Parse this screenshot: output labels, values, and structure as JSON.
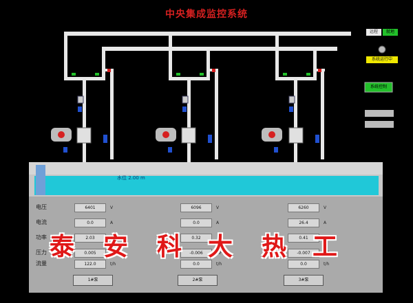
{
  "title": "中央集成监控系统",
  "controls": {
    "remote_label": "远程",
    "local_label": "就地",
    "yellow_button": "系统运行中",
    "green_button": "系统控制",
    "gray_button_1": "",
    "gray_button_2": ""
  },
  "tank_label": "水位 2.00 m",
  "rows": [
    {
      "label": "电压",
      "values": [
        "6401",
        "6096",
        "6260"
      ],
      "unit": "V"
    },
    {
      "label": "电流",
      "values": [
        "0.0",
        "0.0",
        "26.4"
      ],
      "unit": "A"
    },
    {
      "label": "功率",
      "values": [
        "2.03",
        "0.32",
        "0.41"
      ],
      "unit": ""
    },
    {
      "label": "压力",
      "values": [
        "0.005",
        "-0.006",
        "-0.007"
      ],
      "unit": "MPa"
    },
    {
      "label": "流量",
      "values": [
        "122.0",
        "0.0",
        "0.0"
      ],
      "unit": "t/h"
    }
  ],
  "pump_buttons": [
    "1#泵",
    "2#泵",
    "3#泵"
  ],
  "watermark": [
    "泰",
    "安",
    "科",
    "大",
    "热",
    "工"
  ],
  "colors": {
    "water": "#20c8d8",
    "pipe": "#e8e8e8",
    "title": "#d62020",
    "accent_green": "#22c02a",
    "accent_yellow": "#f0e800"
  }
}
